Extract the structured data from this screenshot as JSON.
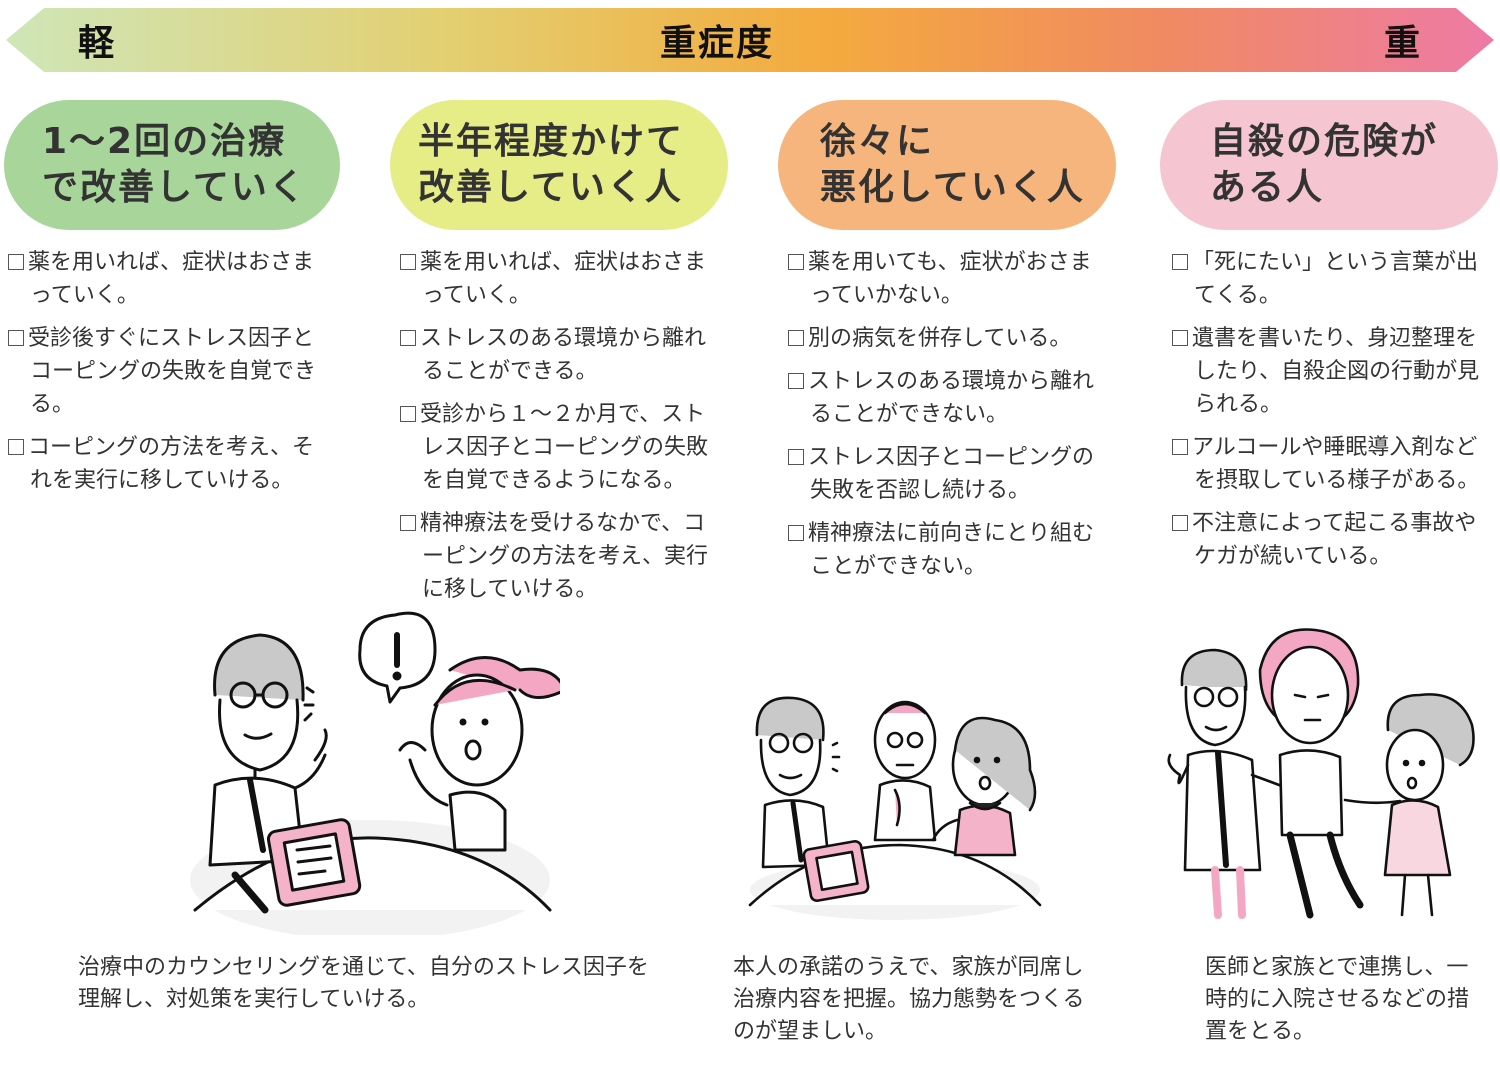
{
  "scale": {
    "left_label": "軽",
    "center_label": "重症度",
    "right_label": "重",
    "gradient": [
      "#cfe6b8",
      "#e3cf70",
      "#f4aa3e",
      "#f08a62",
      "#ee7aa5"
    ]
  },
  "columns": [
    {
      "title": "1～2回の治療\nで改善していく",
      "color": "#a8d59a",
      "items": [
        "薬を用いれば、症状はおさまっていく。",
        "受診後すぐにストレス因子とコーピングの失敗を自覚できる。",
        "コーピングの方法を考え、それを実行に移していける。"
      ]
    },
    {
      "title": "半年程度かけて\n改善していく人",
      "color": "#e6ec86",
      "items": [
        "薬を用いれば、症状はおさまっていく。",
        "ストレスのある環境から離れることができる。",
        "受診から１～２か月で、ストレス因子とコーピングの失敗を自覚できるようになる。",
        "精神療法を受けるなかで、コーピングの方法を考え、実行に移していける。"
      ]
    },
    {
      "title": "徐々に\n悪化していく人",
      "color": "#f5b57c",
      "items": [
        "薬を用いても、症状がおさまっていかない。",
        "別の病気を併存している。",
        "ストレスのある環境から離れることができない。",
        "ストレス因子とコーピングの失敗を否認し続ける。",
        "精神療法に前向きにとり組むことができない。"
      ]
    },
    {
      "title": "自殺の危険が\nある人",
      "color": "#f5c5d1",
      "items": [
        "「死にたい」という言葉が出てくる。",
        "遺書を書いたり、身辺整理をしたり、自殺企図の行動が見られる。",
        "アルコールや睡眠導入剤などを摂取している様子がある。",
        "不注意によって起こる事故やケガが続いている。"
      ]
    }
  ],
  "captions": {
    "left": "治療中のカウンセリングを通じて、自分のストレス因子を理解し、対処策を実行していける。",
    "middle": "本人の承諾のうえで、家族が同席し治療内容を把握。協力態勢をつくるのが望ましい。",
    "right": "医師と家族とで連携し、一時的に入院させるなどの措置をとる。"
  }
}
